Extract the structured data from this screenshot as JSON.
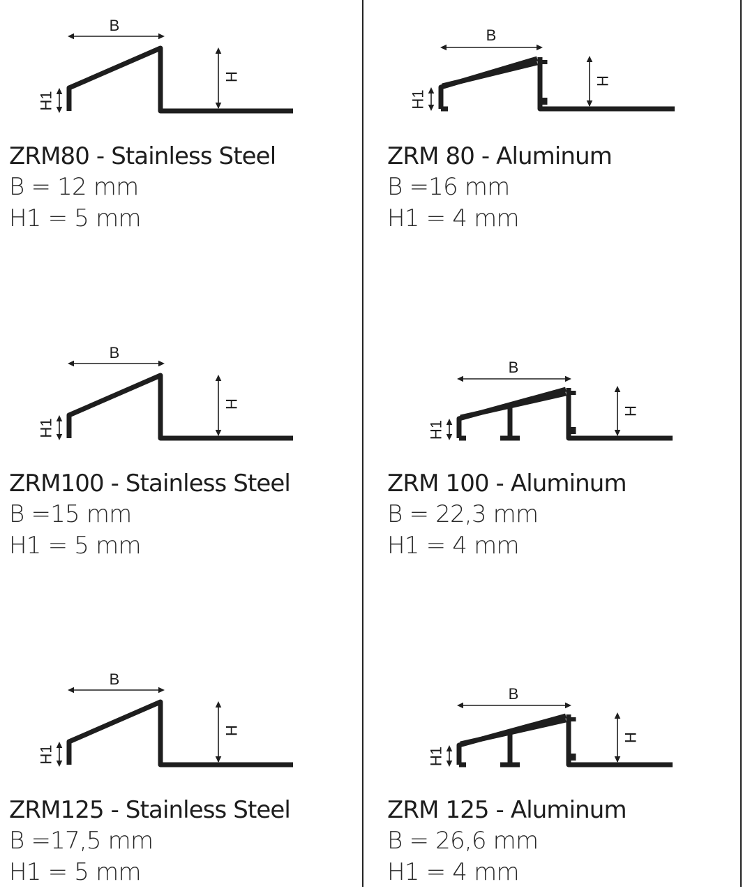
{
  "colors": {
    "ink": "#1e1e1e",
    "background": "#ffffff"
  },
  "dimension_labels": {
    "width": "B",
    "height": "H",
    "edge_height": "H1"
  },
  "products": [
    {
      "title": "ZRM80 - Stainless Steel",
      "material": "stainless",
      "specs": [
        "B = 12 mm",
        "H1 = 5 mm"
      ]
    },
    {
      "title": "ZRM 80 - Aluminum",
      "material": "aluminum",
      "specs": [
        "B =16 mm",
        "H1 = 4 mm"
      ]
    },
    {
      "title": "ZRM100 - Stainless Steel",
      "material": "stainless",
      "specs": [
        "B =15 mm",
        "H1 = 5 mm"
      ]
    },
    {
      "title": "ZRM 100 - Aluminum",
      "material": "aluminum",
      "specs": [
        "B = 22,3 mm",
        "H1 = 4 mm"
      ]
    },
    {
      "title": "ZRM125 - Stainless Steel",
      "material": "stainless",
      "specs": [
        "B =17,5 mm",
        "H1 = 5 mm"
      ]
    },
    {
      "title": "ZRM 125 - Aluminum",
      "material": "aluminum",
      "specs": [
        "B = 26,6 mm",
        "H1 = 4 mm"
      ]
    }
  ]
}
